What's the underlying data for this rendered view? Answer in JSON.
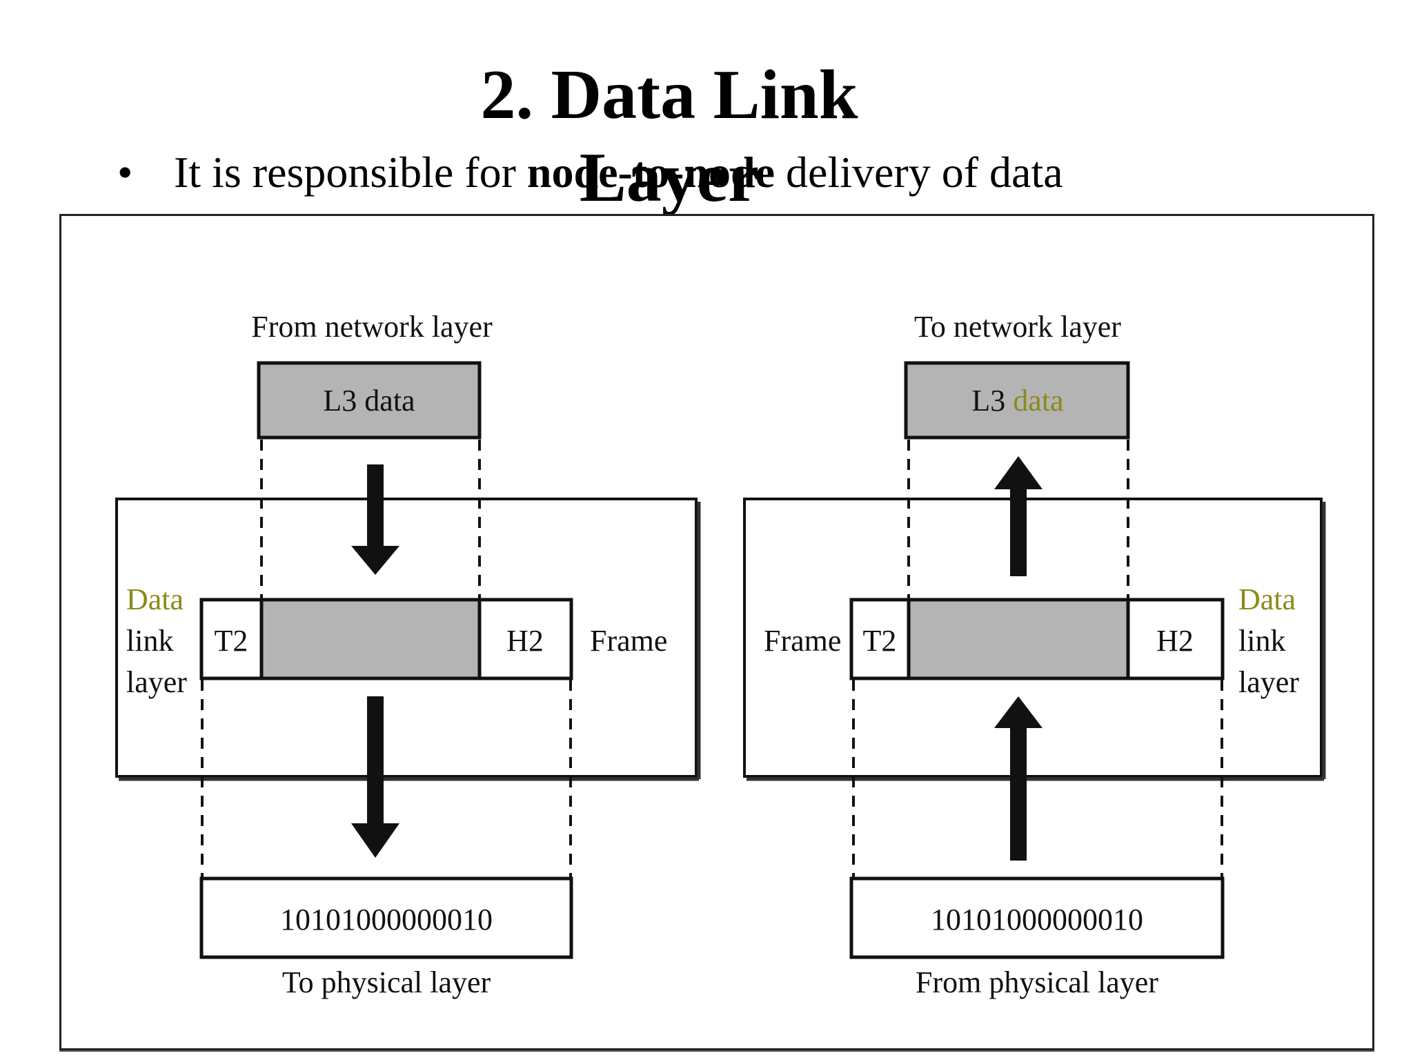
{
  "slide": {
    "title": "2. Data Link Layer",
    "bullet_prefix": "It is responsible for ",
    "bullet_bold": "node-to-node",
    "bullet_suffix": " delivery of data"
  },
  "diagram": {
    "sender": {
      "top_label": "From network layer",
      "payload": "L3 data",
      "layer_label": [
        "Data",
        "link",
        "layer"
      ],
      "trailer": "T2",
      "header": "H2",
      "frame_label": "Frame",
      "bits": "10101000000010",
      "bottom_label": "To physical layer"
    },
    "receiver": {
      "top_label": "To network layer",
      "payload_prefix": "L3 ",
      "payload_highlight": "data",
      "layer_label": [
        "Data",
        "link",
        "layer"
      ],
      "trailer": "T2",
      "header": "H2",
      "frame_label": "Frame",
      "bits": "10101000000010",
      "bottom_label": "From physical layer"
    },
    "colors": {
      "payload_fill": "#b4b4b4",
      "highlight_text": "#8a8a1a",
      "line": "#111111"
    }
  }
}
